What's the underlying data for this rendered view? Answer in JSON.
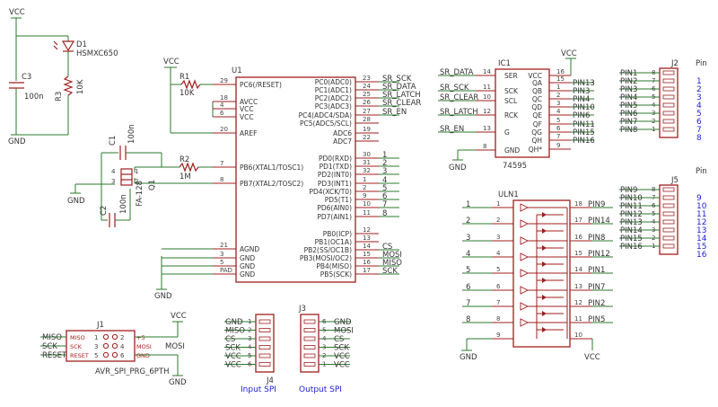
{
  "power": {
    "vcc": "VCC",
    "gnd": "GND"
  },
  "led_section": {
    "d1_ref": "D1",
    "d1_part": "HSMXC650",
    "r3_ref": "R3",
    "r3_val": "10K",
    "c3_ref": "C3",
    "c3_val": "100n"
  },
  "mcu": {
    "ref": "U1",
    "left_pins": [
      {
        "num": "29",
        "name": "PC6(/RESET)"
      },
      {
        "num": "18",
        "name": "AVCC"
      },
      {
        "num": "4",
        "name": "VCC"
      },
      {
        "num": "6",
        "name": "VCC"
      },
      {
        "num": "20",
        "name": "AREF"
      },
      {
        "num": "7",
        "name": "PB6(XTAL1/TOSC1)"
      },
      {
        "num": "8",
        "name": "PB7(XTAL2/TOSC2)"
      },
      {
        "num": "21",
        "name": "AGND"
      },
      {
        "num": "3",
        "name": "GND"
      },
      {
        "num": "5",
        "name": "GND"
      },
      {
        "num": "PAD",
        "name": "GND"
      }
    ],
    "right_pins": [
      {
        "num": "23",
        "name": "PC0(ADC0)",
        "net": "SR_SCK"
      },
      {
        "num": "24",
        "name": "PC1(ADC1)",
        "net": "SR_DATA"
      },
      {
        "num": "25",
        "name": "PC2(ADC2)",
        "net": "SR_LATCH"
      },
      {
        "num": "26",
        "name": "PC3(ADC3)",
        "net": "SR_CLEAR"
      },
      {
        "num": "27",
        "name": "PC4(ADC4/SDA)",
        "net": "SR_EN"
      },
      {
        "num": "28",
        "name": "PC5(ADC5/SCL)",
        "net": ""
      },
      {
        "num": "19",
        "name": "ADC6",
        "net": ""
      },
      {
        "num": "22",
        "name": "ADC7",
        "net": ""
      },
      {
        "num": "30",
        "name": "PD0(RXD)",
        "net": "1"
      },
      {
        "num": "31",
        "name": "PD1(TXD)",
        "net": "2"
      },
      {
        "num": "32",
        "name": "PD2(INT0)",
        "net": "3"
      },
      {
        "num": "1",
        "name": "PD3(INT1)",
        "net": "4"
      },
      {
        "num": "2",
        "name": "PD4(XCK/T0)",
        "net": "5"
      },
      {
        "num": "9",
        "name": "PD5(T1)",
        "net": "6"
      },
      {
        "num": "10",
        "name": "PD6(AIN0)",
        "net": "7"
      },
      {
        "num": "11",
        "name": "PD7(AIN1)",
        "net": "8"
      },
      {
        "num": "12",
        "name": "PB0(ICP)",
        "net": ""
      },
      {
        "num": "13",
        "name": "PB1(OC1A)",
        "net": ""
      },
      {
        "num": "14",
        "name": "PB2(SS/OC1B)",
        "net": "CS"
      },
      {
        "num": "15",
        "name": "PB3(MOSI/OC2)",
        "net": "MOSI"
      },
      {
        "num": "16",
        "name": "PB4(MISO)",
        "net": "MISO"
      },
      {
        "num": "17",
        "name": "PB5(SCK)",
        "net": "SCK"
      }
    ]
  },
  "reset_network": {
    "r1_ref": "R1",
    "r1_val": "10K"
  },
  "clock": {
    "c1_ref": "C1",
    "c1_val": "100n",
    "c2_ref": "C2",
    "c2_val": "100n",
    "r2_ref": "R2",
    "r2_val": "1M",
    "q1_ref": "Q1",
    "q1_part": "FA-128",
    "q_pins": [
      "1",
      "2",
      "3",
      "4"
    ]
  },
  "shift_register": {
    "ref": "IC1",
    "part": "74595",
    "left_pins": [
      {
        "num": "14",
        "name": "SER",
        "net": "SR_DATA"
      },
      {
        "num": "11",
        "name": "SCK",
        "net": "SR_SCK"
      },
      {
        "num": "10",
        "name": "SCL",
        "net": "SR_CLEAR"
      },
      {
        "num": "12",
        "name": "RCK",
        "net": "SR_LATCH"
      },
      {
        "num": "13",
        "name": "G",
        "net": "SR_EN"
      },
      {
        "num": "8",
        "name": "GND",
        "net": ""
      }
    ],
    "right_pins": [
      {
        "num": "16",
        "name": "VCC",
        "net": ""
      },
      {
        "num": "15",
        "name": "QA",
        "net": "PIN13"
      },
      {
        "num": "1",
        "name": "QB",
        "net": "PIN3"
      },
      {
        "num": "2",
        "name": "QC",
        "net": "PIN4"
      },
      {
        "num": "3",
        "name": "QD",
        "net": "PIN10"
      },
      {
        "num": "4",
        "name": "QE",
        "net": "PIN6"
      },
      {
        "num": "5",
        "name": "QF",
        "net": "PIN11"
      },
      {
        "num": "6",
        "name": "QG",
        "net": "PIN15"
      },
      {
        "num": "7",
        "name": "QH",
        "net": "PIN16"
      },
      {
        "num": "9",
        "name": "QH*",
        "net": ""
      }
    ]
  },
  "darlington": {
    "ref": "ULN1",
    "left_pins": [
      {
        "num": "1",
        "net": "1"
      },
      {
        "num": "2",
        "net": "2"
      },
      {
        "num": "3",
        "net": "3"
      },
      {
        "num": "4",
        "net": "4"
      },
      {
        "num": "5",
        "net": "5"
      },
      {
        "num": "6",
        "net": "6"
      },
      {
        "num": "7",
        "net": "7"
      },
      {
        "num": "8",
        "net": "8"
      },
      {
        "num": "9",
        "net": ""
      }
    ],
    "right_pins": [
      {
        "num": "18",
        "net": "PIN9"
      },
      {
        "num": "17",
        "net": "PIN14"
      },
      {
        "num": "16",
        "net": "PIN8"
      },
      {
        "num": "15",
        "net": "PIN12"
      },
      {
        "num": "14",
        "net": "PIN1"
      },
      {
        "num": "13",
        "net": "PIN7"
      },
      {
        "num": "12",
        "net": "PIN2"
      },
      {
        "num": "11",
        "net": "PIN5"
      },
      {
        "num": "10",
        "net": ""
      }
    ]
  },
  "j2": {
    "ref": "J2",
    "header": "Pin",
    "rows": [
      {
        "net": "PIN1",
        "num": "8",
        "label": "1"
      },
      {
        "net": "PIN2",
        "num": "7",
        "label": "2"
      },
      {
        "net": "PIN3",
        "num": "6",
        "label": "3"
      },
      {
        "net": "PIN4",
        "num": "5",
        "label": "4"
      },
      {
        "net": "PIN5",
        "num": "4",
        "label": "5"
      },
      {
        "net": "PIN6",
        "num": "3",
        "label": "6"
      },
      {
        "net": "PIN7",
        "num": "2",
        "label": "7"
      },
      {
        "net": "PIN8",
        "num": "1",
        "label": "8"
      }
    ]
  },
  "j5": {
    "ref": "J5",
    "header": "Pin",
    "rows": [
      {
        "net": "PIN9",
        "num": "8",
        "label": "9"
      },
      {
        "net": "PIN10",
        "num": "7",
        "label": "10"
      },
      {
        "net": "PIN11",
        "num": "6",
        "label": "11"
      },
      {
        "net": "PIN12",
        "num": "5",
        "label": "12"
      },
      {
        "net": "PIN13",
        "num": "4",
        "label": "13"
      },
      {
        "net": "PIN14",
        "num": "3",
        "label": "14"
      },
      {
        "net": "PIN15",
        "num": "2",
        "label": "15"
      },
      {
        "net": "PIN16",
        "num": "1",
        "label": "16"
      }
    ]
  },
  "j1": {
    "ref": "J1",
    "part": "AVR_SPI_PRG_6PTH",
    "left_nets": [
      "MISO",
      "SCK",
      "RESET"
    ],
    "left_inner": [
      "MISO",
      "SCK",
      "RESET"
    ],
    "right_inner": [
      "+5",
      "MOSI",
      "GND"
    ],
    "right_nets": [
      "",
      "MOSI",
      ""
    ],
    "left_nums": [
      "1",
      "3",
      "5"
    ],
    "right_nums": [
      "2",
      "4",
      "6"
    ]
  },
  "j4": {
    "ref": "J4",
    "caption": "Input SPI",
    "rows": [
      {
        "net": "GND",
        "num": "1"
      },
      {
        "net": "MISO",
        "num": "2"
      },
      {
        "net": "CS",
        "num": "3"
      },
      {
        "net": "SCK",
        "num": "4"
      },
      {
        "net": "VCC",
        "num": "5"
      },
      {
        "net": "VCC",
        "num": "6"
      }
    ]
  },
  "j3": {
    "ref": "J3",
    "caption": "Output SPI",
    "rows": [
      {
        "net": "GND",
        "num": "6"
      },
      {
        "net": "MOSI",
        "num": "5"
      },
      {
        "net": "CS",
        "num": "4"
      },
      {
        "net": "SCK",
        "num": "3"
      },
      {
        "net": "VCC",
        "num": "2"
      },
      {
        "net": "VCC",
        "num": "1"
      }
    ]
  }
}
